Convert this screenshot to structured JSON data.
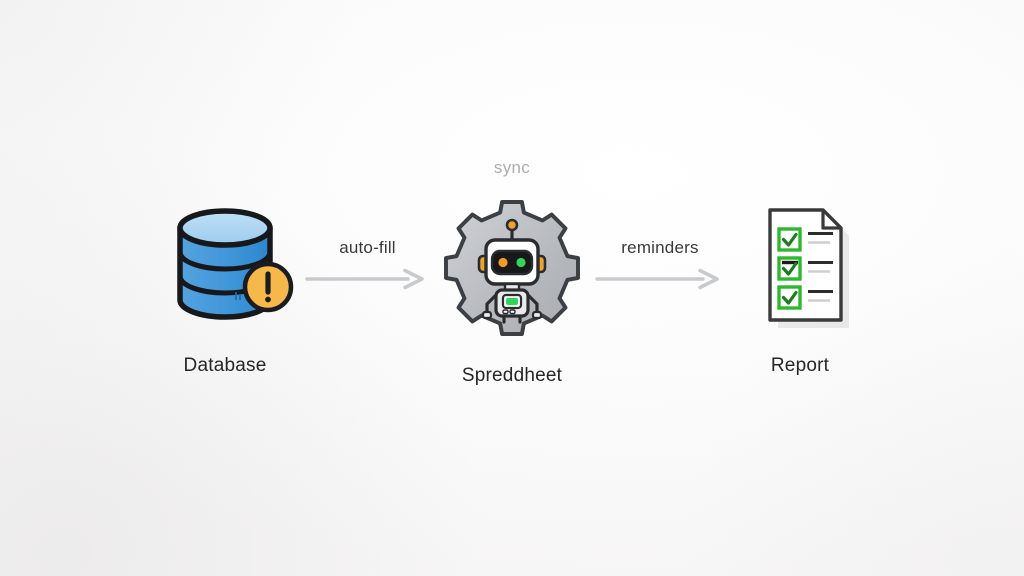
{
  "diagram": {
    "title_caption": "sync",
    "background_color": "#fbfbfb",
    "nodes": [
      {
        "id": "database",
        "label": "Database",
        "icon": "database-cylinder-icon",
        "badge": "warning-exclamation-badge",
        "colors": {
          "top": "#a9d4f2",
          "body": "#3d94d9",
          "outline": "#17181c",
          "badge_fill": "#f7b84b",
          "badge_outline": "#1b1c20"
        }
      },
      {
        "id": "spreadsheet",
        "label": "Spreddheet",
        "icon": "gear-robot-icon",
        "colors": {
          "gear_fill": "#b9bcc1",
          "gear_outline": "#3c3f44",
          "robot_body": "#ffffff",
          "visor": "#1a1a1a",
          "eye_left": "#f59a28",
          "eye_right": "#35d35a",
          "accent": "#f0a22e",
          "screen": "#35d35a"
        }
      },
      {
        "id": "report",
        "label": "Report",
        "icon": "document-checklist-icon",
        "colors": {
          "page": "#ffffff",
          "outline": "#3a3a3a",
          "check_box": "#2eb82e",
          "check_mark": "#1d7a1d",
          "line_dark": "#2b2b2b",
          "line_light": "#cfcfcf"
        }
      }
    ],
    "edges": [
      {
        "id": "auto-fill",
        "label": "auto-fill",
        "from": "database",
        "to": "spreadsheet",
        "color": "#c9cacd"
      },
      {
        "id": "reminders",
        "label": "reminders",
        "from": "spreadsheet",
        "to": "report",
        "color": "#c9cacd"
      }
    ]
  }
}
